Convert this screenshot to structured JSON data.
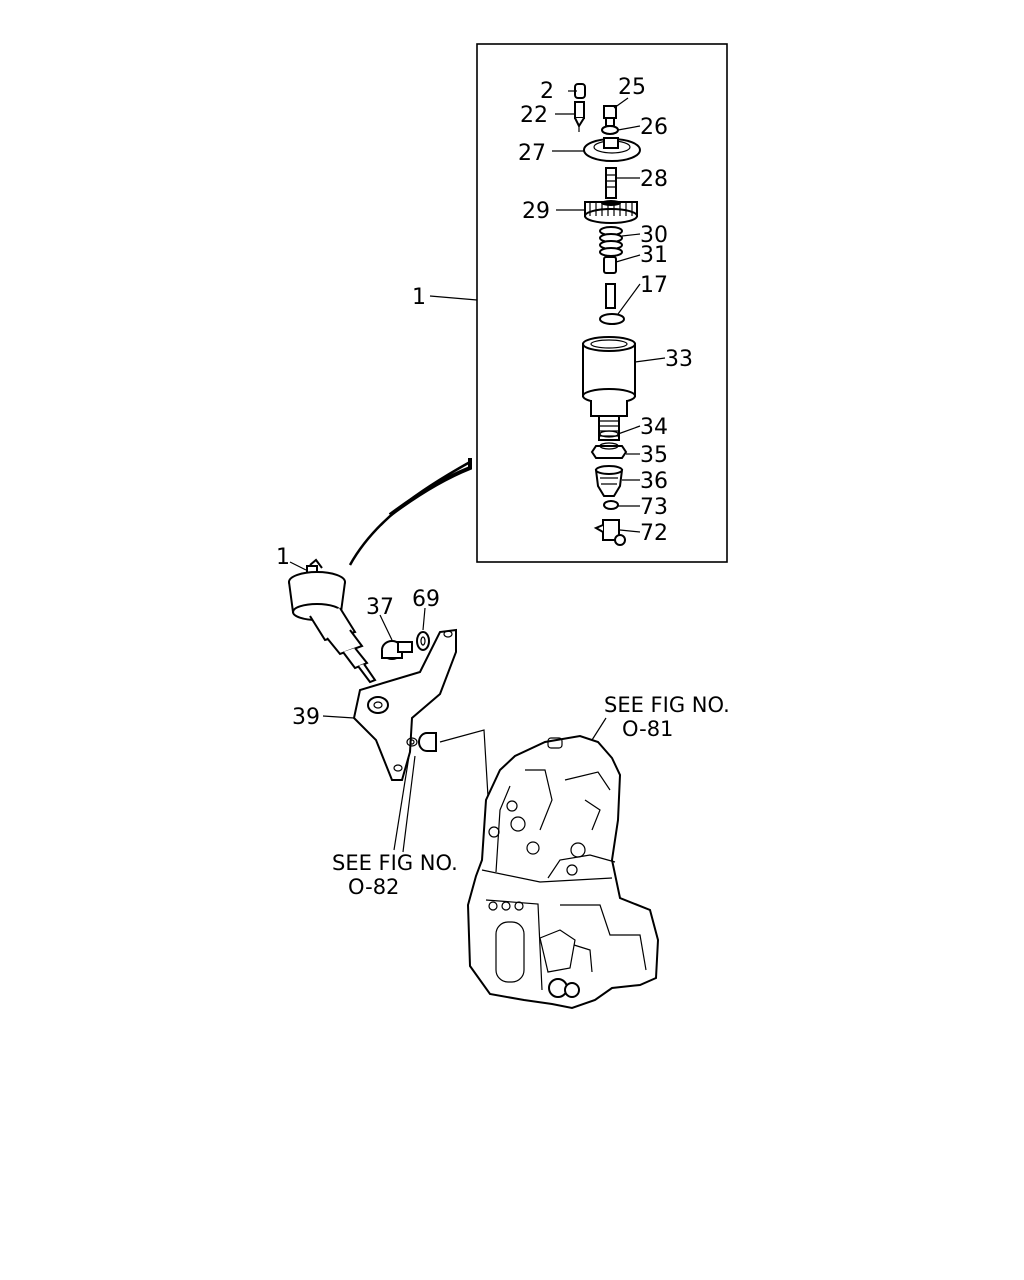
{
  "labels": {
    "l1_box": "1",
    "l1_part": "1",
    "l2": "2",
    "l17": "17",
    "l22": "22",
    "l25": "25",
    "l26": "26",
    "l27": "27",
    "l28": "28",
    "l29": "29",
    "l30": "30",
    "l31": "31",
    "l33": "33",
    "l34": "34",
    "l35": "35",
    "l36": "36",
    "l37": "37",
    "l39": "39",
    "l69": "69",
    "l72": "72",
    "l73": "73"
  },
  "references": {
    "fig81_line1": "SEE FIG NO.",
    "fig81_line2": "O-81",
    "fig82_line1": "SEE FIG NO.",
    "fig82_line2": "O-82"
  }
}
